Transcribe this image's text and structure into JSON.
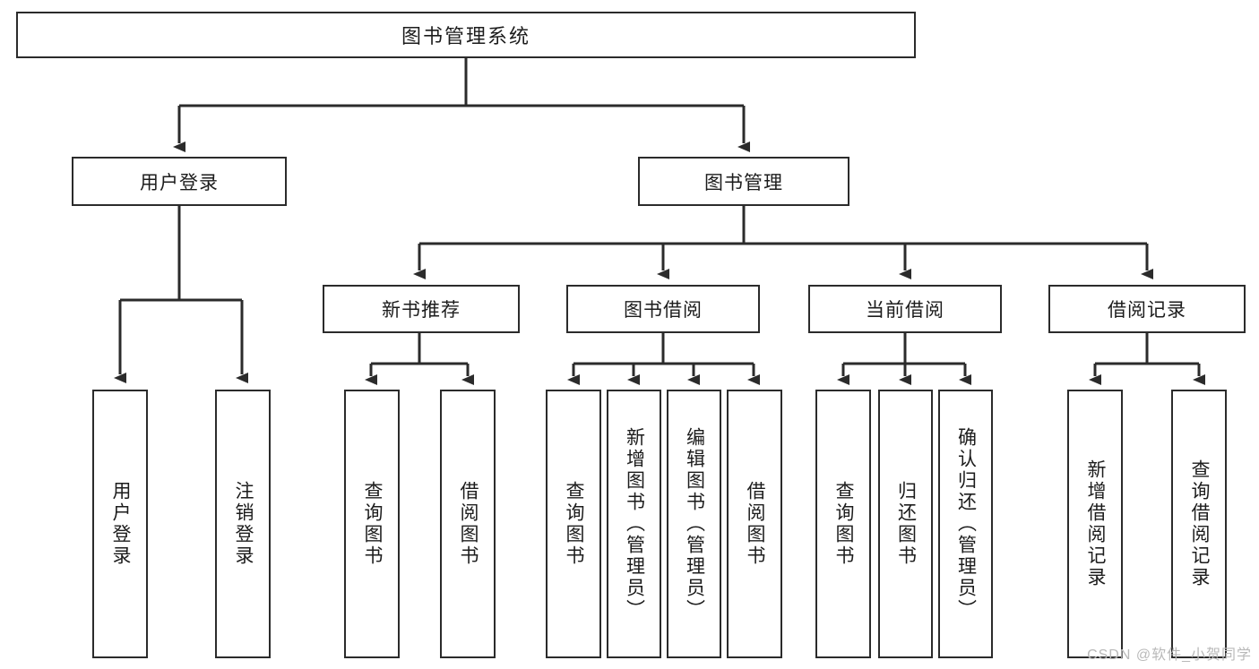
{
  "diagram": {
    "title": "图书管理系统",
    "type": "hierarchy-tree",
    "watermark": "CSDN @软件_小贺同学",
    "colors": {
      "stroke": "#2b2b2b",
      "fill": "#ffffff",
      "text": "#1c1c1c",
      "watermark": "#b9b9b9"
    },
    "root": {
      "label": "图书管理系统"
    },
    "level2": [
      {
        "label": "用户登录"
      },
      {
        "label": "图书管理"
      }
    ],
    "level3": [
      {
        "label": "新书推荐"
      },
      {
        "label": "图书借阅"
      },
      {
        "label": "当前借阅"
      },
      {
        "label": "借阅记录"
      }
    ],
    "leaves": [
      {
        "label": "用户登录",
        "parent": "用户登录"
      },
      {
        "label": "注销登录",
        "parent": "用户登录"
      },
      {
        "label": "查询图书",
        "parent": "新书推荐"
      },
      {
        "label": "借阅图书",
        "parent": "新书推荐"
      },
      {
        "label": "查询图书",
        "parent": "图书借阅"
      },
      {
        "label": "新增图书（管理员）",
        "parent": "图书借阅"
      },
      {
        "label": "编辑图书（管理员）",
        "parent": "图书借阅"
      },
      {
        "label": "借阅图书",
        "parent": "图书借阅"
      },
      {
        "label": "查询图书",
        "parent": "当前借阅"
      },
      {
        "label": "归还图书",
        "parent": "当前借阅"
      },
      {
        "label": "确认归还（管理员）",
        "parent": "当前借阅"
      },
      {
        "label": "新增借阅记录",
        "parent": "借阅记录"
      },
      {
        "label": "查询借阅记录",
        "parent": "借阅记录"
      }
    ]
  }
}
